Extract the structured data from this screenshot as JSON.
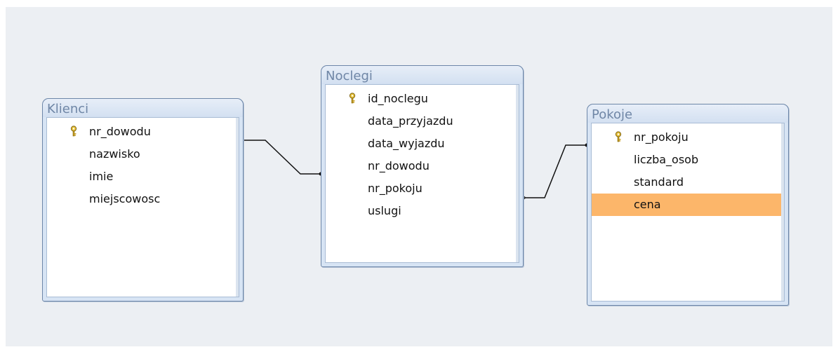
{
  "tables": {
    "klienci": {
      "title": "Klienci",
      "fields": [
        "nr_dowodu",
        "nazwisko",
        "imie",
        "miejscowosc"
      ],
      "primary_key": "nr_dowodu"
    },
    "noclegi": {
      "title": "Noclegi",
      "fields": [
        "id_noclegu",
        "data_przyjazdu",
        "data_wyjazdu",
        "nr_dowodu",
        "nr_pokoju",
        "uslugi"
      ],
      "primary_key": "id_noclegu"
    },
    "pokoje": {
      "title": "Pokoje",
      "fields": [
        "nr_pokoju",
        "liczba_osob",
        "standard",
        "cena"
      ],
      "primary_key": "nr_pokoju",
      "selected_field": "cena"
    }
  },
  "relationships": [
    {
      "from": "Klienci.nr_dowodu",
      "to": "Noclegi.nr_dowodu"
    },
    {
      "from": "Pokoje.nr_pokoju",
      "to": "Noclegi.nr_pokoju"
    }
  ],
  "colors": {
    "canvas": "#eceff3",
    "title_text": "#6f86a6",
    "selection": "#fcb66a",
    "border": "#6d86a8"
  },
  "icons": {
    "primary_key": "key-icon"
  }
}
